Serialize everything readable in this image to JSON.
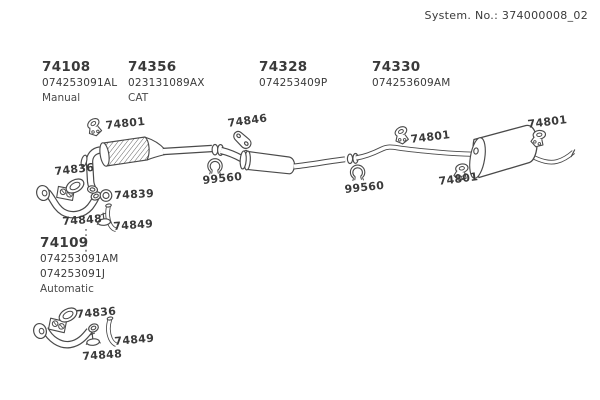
{
  "colors": {
    "background": "#ffffff",
    "line": "#4a4a4a",
    "text": "#3a3a3a"
  },
  "header": {
    "system_no": "System. No.: 374000008_02"
  },
  "groups": {
    "manual_front_pipe": {
      "part": "74108",
      "code": "074253091AL",
      "variant": "Manual"
    },
    "catalyst": {
      "part": "74356",
      "code": "023131089AX",
      "variant": "CAT"
    },
    "middle_muffler": {
      "part": "74328",
      "code": "074253409P"
    },
    "rear_muffler": {
      "part": "74330",
      "code": "074253609AM"
    },
    "automatic_front_pipe": {
      "part": "74109",
      "code_am": "074253091AM",
      "code_j": "074253091J",
      "variant": "Automatic"
    }
  },
  "callouts": {
    "rubber_hanger": "74801",
    "support_bracket": "74846",
    "front_flange": "74836",
    "gasket_ring": "74839",
    "clamp": "74848",
    "elbow_pipe": "74849",
    "pipe_clamp": "99560"
  },
  "icons": {
    "rubber_hanger": "hanger-mount-icon",
    "pipe_clamp": "c-clamp-icon",
    "clamp": "bolt-clamp-icon",
    "front_flange": "oval-flange-icon",
    "gasket_ring": "ring-gasket-icon"
  }
}
